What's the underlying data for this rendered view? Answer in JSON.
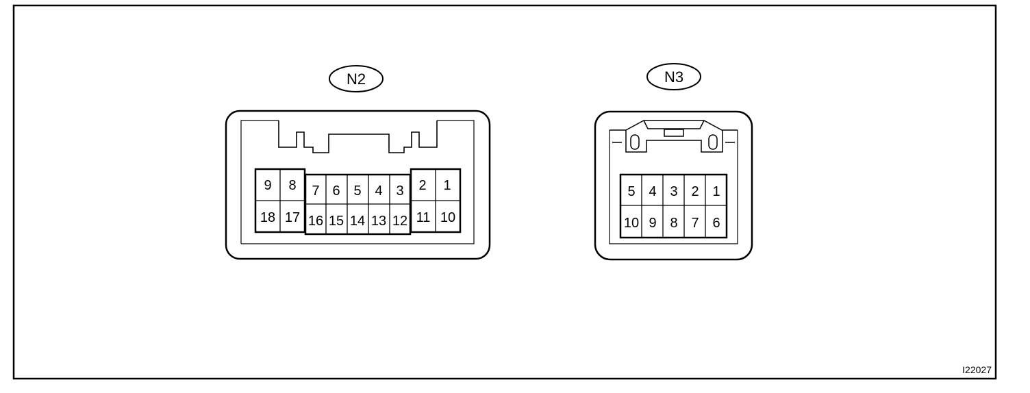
{
  "figure_id": "I22027",
  "line_color": "#000000",
  "background_color": "#ffffff",
  "connectors": [
    {
      "label": "N2",
      "pins": [
        "1",
        "2",
        "3",
        "4",
        "5",
        "6",
        "7",
        "8",
        "9",
        "10",
        "11",
        "12",
        "13",
        "14",
        "15",
        "16",
        "17",
        "18"
      ]
    },
    {
      "label": "N3",
      "pins": [
        "1",
        "2",
        "3",
        "4",
        "5",
        "6",
        "7",
        "8",
        "9",
        "10"
      ]
    }
  ]
}
